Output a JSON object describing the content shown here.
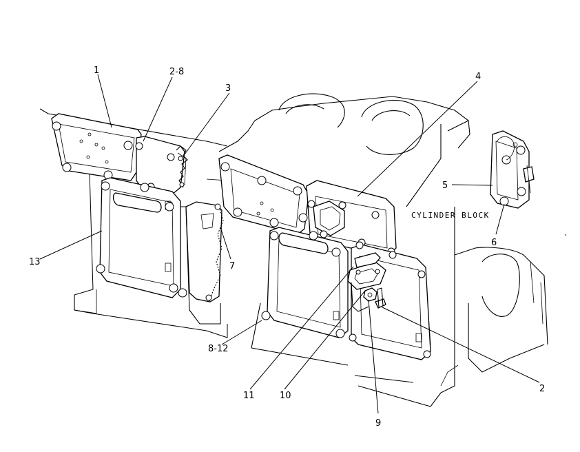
{
  "diagram": {
    "block_label": "CYLINDER BLOCK",
    "callouts": [
      {
        "id": "c1",
        "text": "1"
      },
      {
        "id": "c2",
        "text": "2-8"
      },
      {
        "id": "c3",
        "text": "3"
      },
      {
        "id": "c4",
        "text": "4"
      },
      {
        "id": "c5",
        "text": "5"
      },
      {
        "id": "c6",
        "text": "6"
      },
      {
        "id": "c7",
        "text": "7"
      },
      {
        "id": "c8",
        "text": "8-12"
      },
      {
        "id": "c9",
        "text": "9"
      },
      {
        "id": "c10",
        "text": "10"
      },
      {
        "id": "c11",
        "text": "11"
      },
      {
        "id": "c12",
        "text": "2"
      },
      {
        "id": "c13",
        "text": "13"
      }
    ]
  }
}
